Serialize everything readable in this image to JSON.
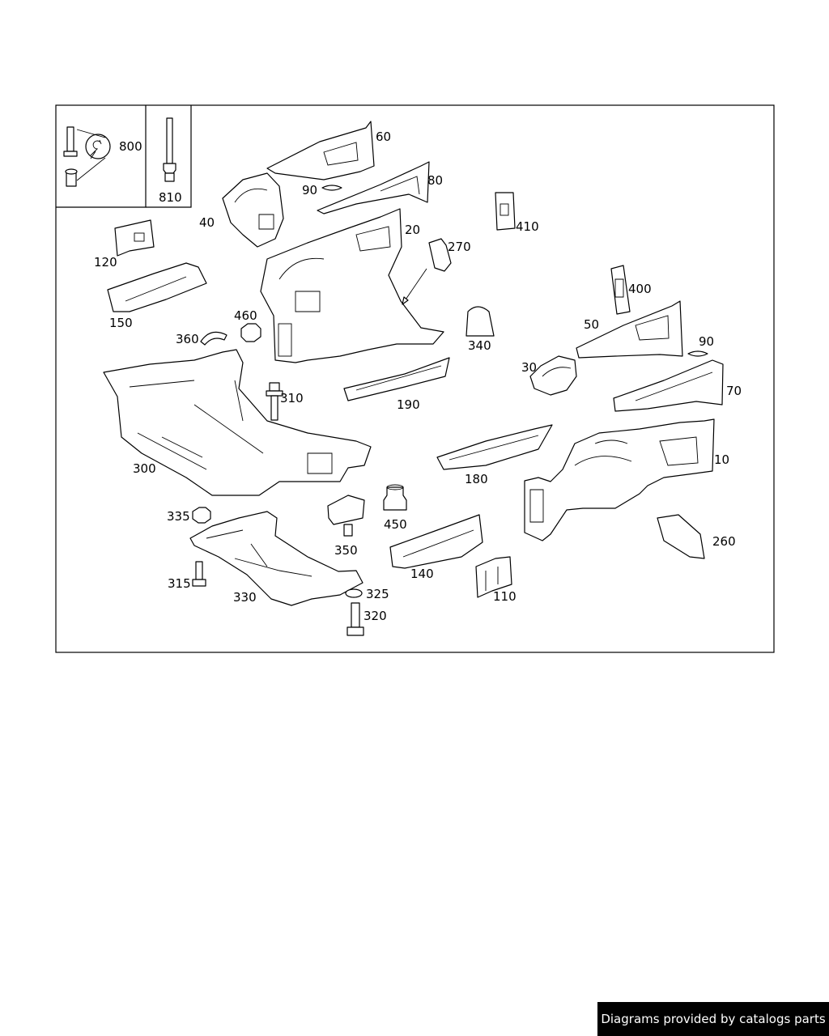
{
  "labels": {
    "p800": "800",
    "p810": "810",
    "p60": "60",
    "p90a": "90",
    "p80": "80",
    "p40": "40",
    "p20": "20",
    "p270": "270",
    "p410": "410",
    "p120": "120",
    "p150": "150",
    "p460": "460",
    "p360": "360",
    "p400": "400",
    "p50": "50",
    "p340": "340",
    "p90b": "90",
    "p30": "30",
    "p310": "310",
    "p190": "190",
    "p70": "70",
    "p300": "300",
    "p10": "10",
    "p180": "180",
    "p335": "335",
    "p450": "450",
    "p350": "350",
    "p260": "260",
    "p140": "140",
    "p315": "315",
    "p330": "330",
    "p325": "325",
    "p110": "110",
    "p320": "320"
  },
  "credit": "Diagrams provided by catalogs parts"
}
